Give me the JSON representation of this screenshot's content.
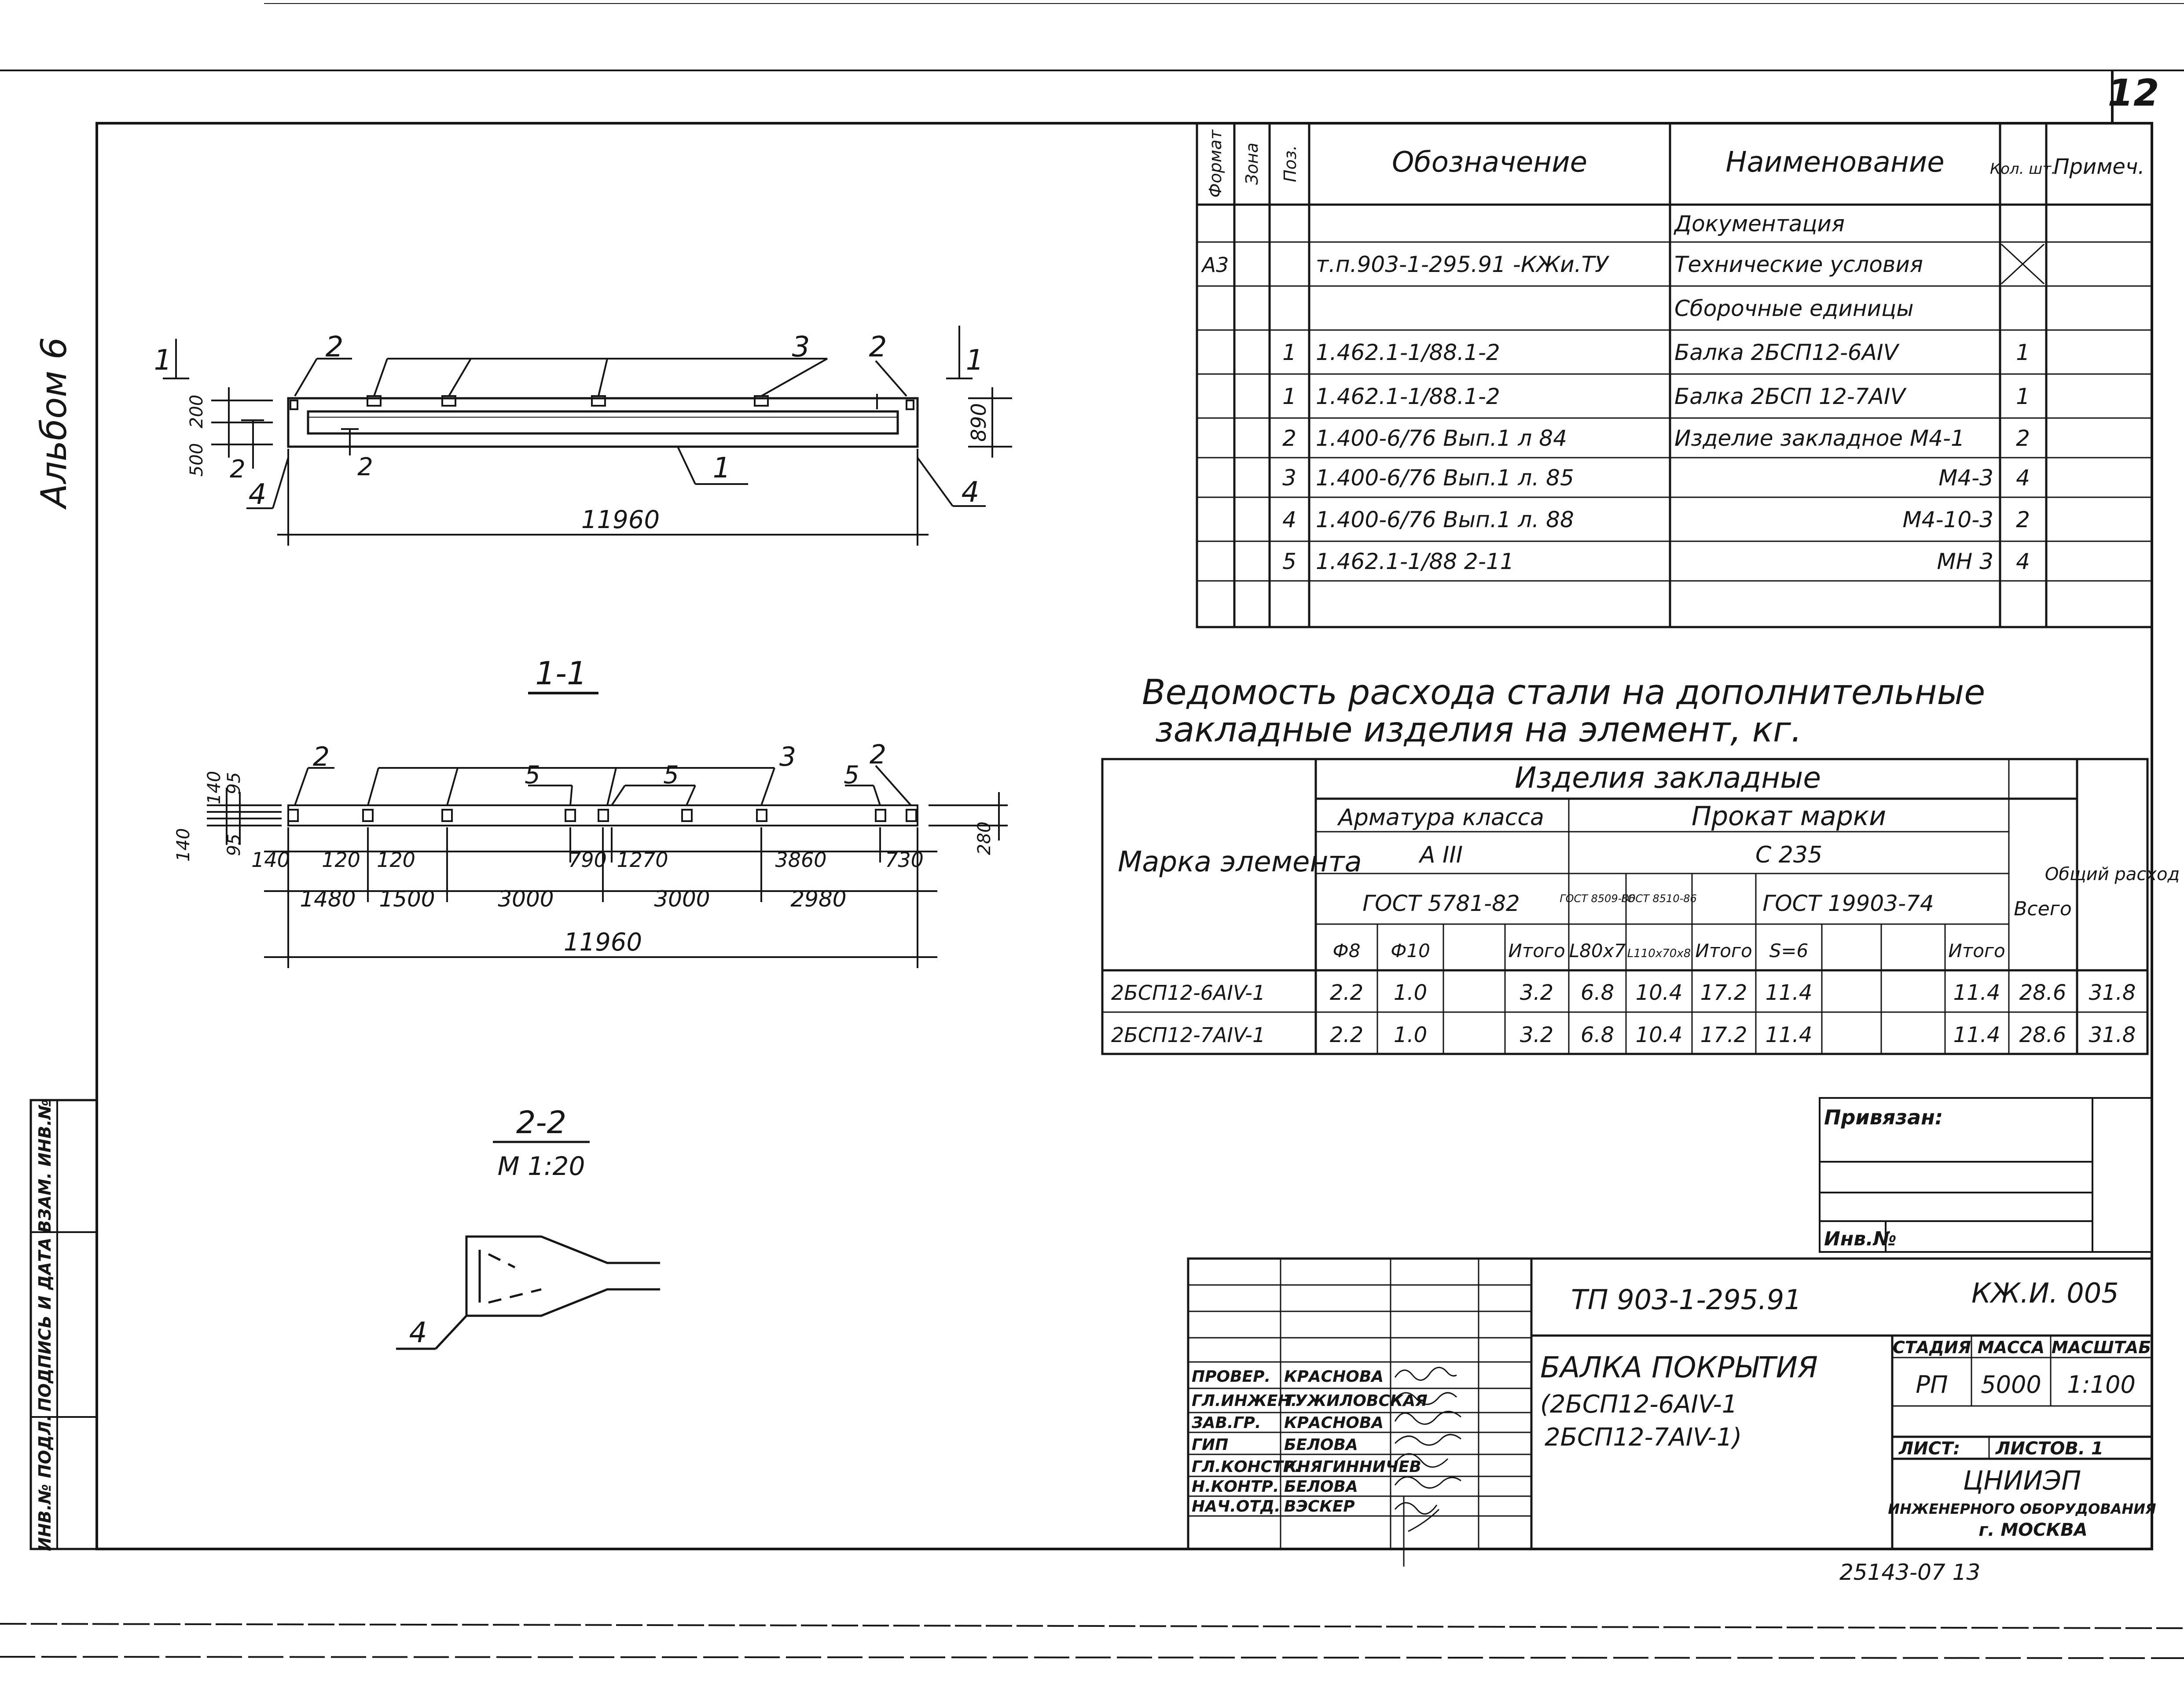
{
  "sheet": {
    "page_number": "12",
    "album_label": "Альбом 6",
    "bottom_code": "25143-07  13"
  },
  "spec_table": {
    "headers": {
      "format": "Формат",
      "zone": "Зона",
      "pos": "Поз.",
      "designation": "Обозначение",
      "name": "Наименование",
      "qty": "Кол. шт.",
      "note": "Примеч."
    },
    "rows": [
      {
        "format": "",
        "pos": "",
        "designation": "",
        "name": "Документация",
        "qty": ""
      },
      {
        "format": "А3",
        "pos": "",
        "designation": "т.п.903-1-295.91    -КЖи.ТУ",
        "name": "Технические условия",
        "qty": "X"
      },
      {
        "format": "",
        "pos": "",
        "designation": "",
        "name": "Сборочные единицы",
        "qty": ""
      },
      {
        "format": "",
        "pos": "1",
        "designation": "1.462.1-1/88.1-2",
        "name": "Балка 2БСП12-6АIV",
        "qty": "1"
      },
      {
        "format": "",
        "pos": "1",
        "designation": "1.462.1-1/88.1-2",
        "name": "Балка 2БСП 12-7АIV",
        "qty": "1"
      },
      {
        "format": "",
        "pos": "2",
        "designation": "1.400-6/76 Вып.1 л 84",
        "name": "Изделие закладное М4-1",
        "qty": "2"
      },
      {
        "format": "",
        "pos": "3",
        "designation": "1.400-6/76 Вып.1 л. 85",
        "name": "М4-3",
        "qty": "4"
      },
      {
        "format": "",
        "pos": "4",
        "designation": "1.400-6/76 Вып.1 л. 88",
        "name": "М4-10-3",
        "qty": "2"
      },
      {
        "format": "",
        "pos": "5",
        "designation": "1.462.1-1/88 2-11",
        "name": "МН 3",
        "qty": "4"
      }
    ]
  },
  "steel_table": {
    "title_line1": "Ведомость расхода стали на дополнительные",
    "title_line2": "закладные изделия на элемент, кг.",
    "col_mark": "Марка элемента",
    "group_header": "Изделия  закладные",
    "armature": "Арматура класса",
    "armature_class": "А III",
    "gost_armature": "ГОСТ 5781-82",
    "prokat": "Прокат  марки",
    "prokat_mark": "С 235",
    "gost_8509": "ГОСТ 8509-86",
    "gost_8510": "ГОСТ 8510-86",
    "gost_19903": "ГОСТ 19903-74",
    "sub_headers": [
      "Ф8",
      "Ф10",
      "",
      "Итого",
      "L80x7",
      "L110x70x8",
      "Итого",
      "S=6",
      "",
      "",
      "Итого"
    ],
    "col_total": "Всего",
    "col_overall": "Общий расход",
    "rows": [
      {
        "mark": "2БСП12-6АIV-1",
        "values": [
          "2.2",
          "1.0",
          "",
          "3.2",
          "6.8",
          "10.4",
          "17.2",
          "11.4",
          "",
          "",
          "11.4",
          "28.6",
          "31.8"
        ]
      },
      {
        "mark": "2БСП12-7АIV-1",
        "values": [
          "2.2",
          "1.0",
          "",
          "3.2",
          "6.8",
          "10.4",
          "17.2",
          "11.4",
          "",
          "",
          "11.4",
          "28.6",
          "31.8"
        ]
      }
    ]
  },
  "drawings": {
    "elevation": {
      "length": "11960",
      "height": "890",
      "dims_left": [
        "500",
        "200"
      ],
      "callouts": [
        "1",
        "2",
        "3",
        "2",
        "1",
        "4",
        "2",
        "1",
        "4",
        "2"
      ]
    },
    "section_1_1": {
      "title": "1-1",
      "top_dims": [
        "140",
        "95",
        "95",
        "140"
      ],
      "left_height": "140",
      "offsets": [
        "140",
        "120",
        "120",
        "790",
        "1270",
        "3860",
        "730"
      ],
      "spacings": [
        "1480",
        "1500",
        "3000",
        "3000",
        "2980"
      ],
      "total": "11960",
      "right_height": "280",
      "callouts": [
        "2",
        "5",
        "5",
        "3",
        "5",
        "2"
      ]
    },
    "section_2_2": {
      "title": "2-2",
      "scale": "М 1:20",
      "callout": "4"
    }
  },
  "binding_block": {
    "label": "Привязан:",
    "inv_label": "Инв.№"
  },
  "title_block": {
    "project_code": "ТП 903-1-295.91",
    "doc_code": "КЖ.И. 005",
    "object_title_1": "БАЛКА ПОКРЫТИЯ",
    "object_title_2": "(2БСП12-6АIV-1",
    "object_title_3": "2БСП12-7АIV-1)",
    "stage_label": "СТАДИЯ",
    "mass_label": "МАССА",
    "scale_label": "МАСШТАБ",
    "stage": "РП",
    "mass": "5000",
    "scale": "1:100",
    "sheet_label": "ЛИСТ:",
    "sheets_label": "ЛИСТОВ. 1",
    "org_1": "ЦНИИЭП",
    "org_2": "ИНЖЕНЕРНОГО ОБОРУДОВАНИЯ",
    "org_3": "г. МОСКВА",
    "staff": [
      {
        "role": "ПРОВЕР.",
        "name": "КРАСНОВА"
      },
      {
        "role": "ГЛ.ИНЖЕН.",
        "name": "ТУЖИЛОВСКАЯ"
      },
      {
        "role": "ЗАВ.ГР.",
        "name": "КРАСНОВА"
      },
      {
        "role": "ГИП",
        "name": "БЕЛОВА"
      },
      {
        "role": "ГЛ.КОНСТР.",
        "name": "КНЯГИННИЧЕВ"
      },
      {
        "role": "Н.КОНТР.",
        "name": "БЕЛОВА"
      },
      {
        "role": "НАЧ.ОТД.",
        "name": "ВЭСКЕР"
      }
    ]
  },
  "side_stamp": {
    "labels": [
      "ИНВ.№ ПОДЛ.",
      "ПОДПИСЬ И ДАТА",
      "ВЗАМ. ИНВ.№"
    ]
  }
}
